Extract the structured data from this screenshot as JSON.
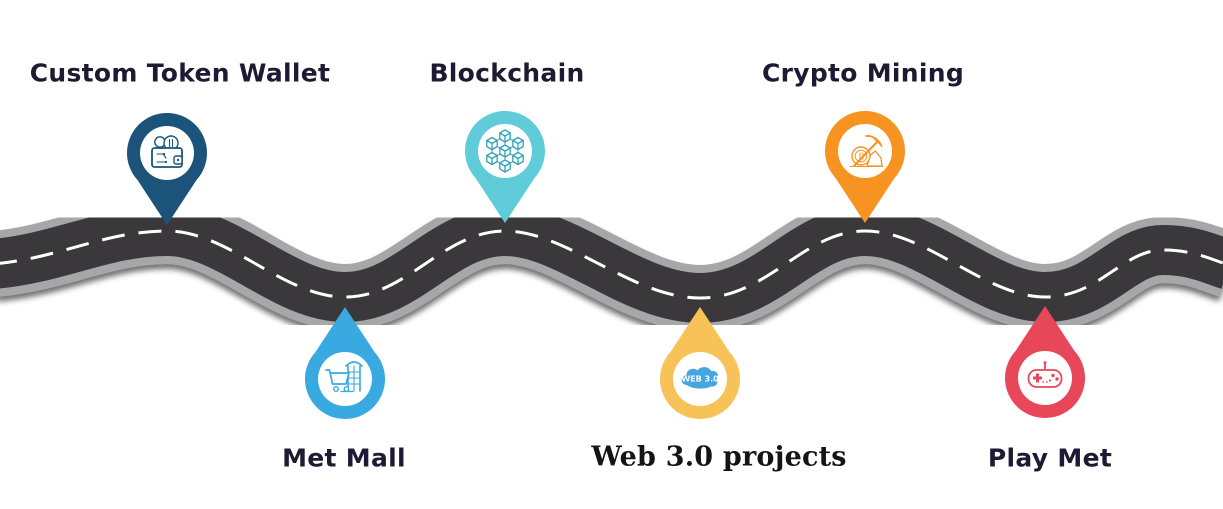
{
  "page": {
    "background_color": "#ffffff",
    "label_text_color": "#1d1a33"
  },
  "road": {
    "surface_color": "#3b393a",
    "shoulder_color": "#a5a7a9",
    "center_line_color": "#ffffff",
    "center_line_style": "dashed"
  },
  "milestones": [
    {
      "id": "custom-token-wallet",
      "label": "Custom Token Wallet",
      "position": "top",
      "color": "#1b537a",
      "icon": "wallet-icon",
      "icon_color": "#1b537a"
    },
    {
      "id": "blockchain",
      "label": "Blockchain",
      "position": "top",
      "color": "#60ccd9",
      "icon": "blockchain-network-icon",
      "icon_color": "#2fa3b5"
    },
    {
      "id": "crypto-mining",
      "label": "Crypto Mining",
      "position": "top",
      "color": "#f79421",
      "icon": "pickaxe-coin-icon",
      "icon_color": "#f79421"
    },
    {
      "id": "met-mall",
      "label": "Met Mall",
      "position": "bottom",
      "color": "#39a9e1",
      "icon": "shopping-cart-building-icon",
      "icon_color": "#39a9e1"
    },
    {
      "id": "web3-projects",
      "label": "Web 3.0 projects",
      "position": "bottom",
      "color": "#f7c358",
      "icon": "web3-cloud-icon",
      "icon_color": "#45a5e0",
      "badge_text": "WEB 3.0"
    },
    {
      "id": "play-met",
      "label": "Play Met",
      "position": "bottom",
      "color": "#e8475a",
      "icon": "gamepad-icon",
      "icon_color": "#e8475a"
    }
  ]
}
